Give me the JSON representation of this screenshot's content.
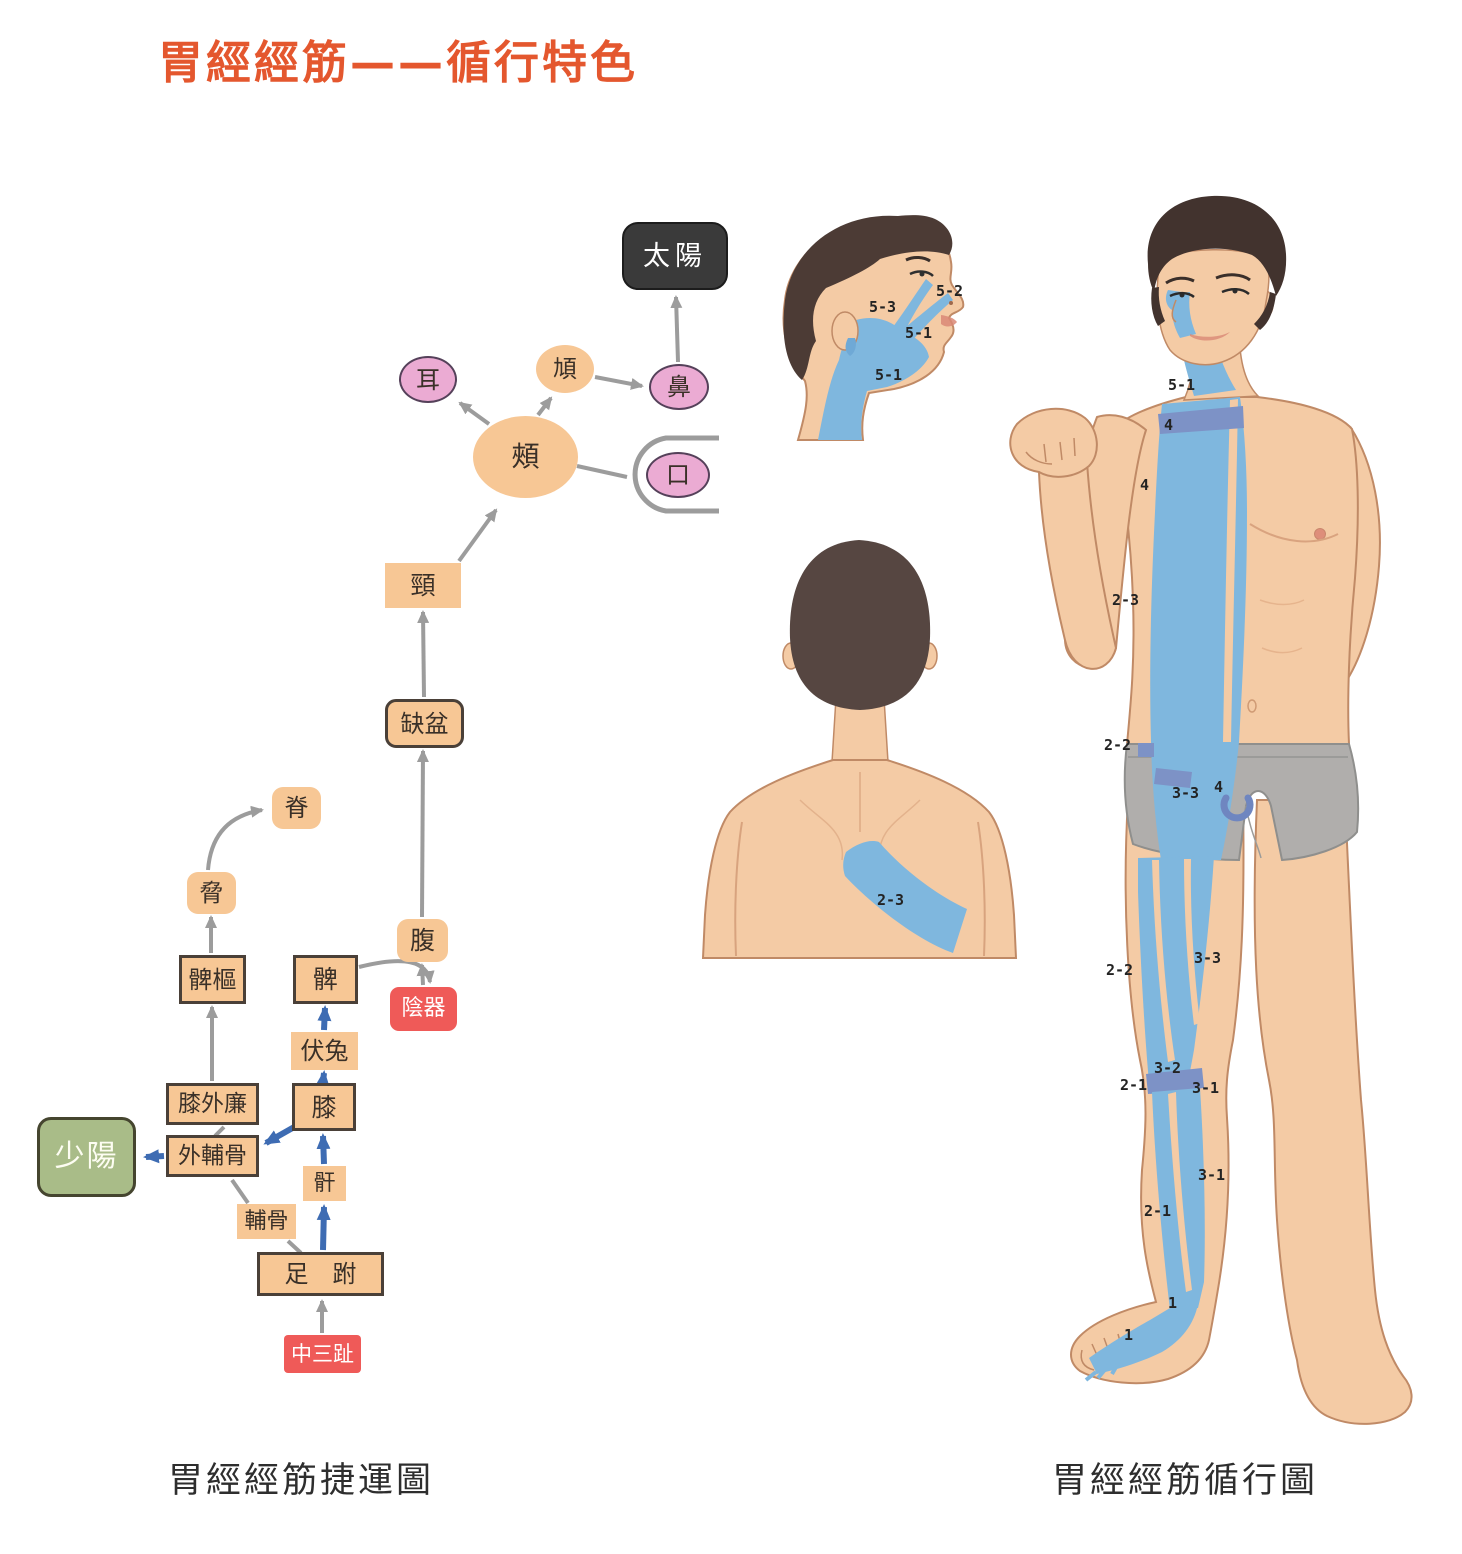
{
  "title": "胃經經筋——循行特色",
  "captions": {
    "flowchart": "胃經經筋捷運圖",
    "body": "胃經經筋循行圖"
  },
  "colors": {
    "title": "#E4572E",
    "node_orange": "#F7C795",
    "node_pink": "#EBABD3",
    "node_red": "#EF5A58",
    "node_green": "#A9BC88",
    "node_black": "#3A3A3A",
    "arrow_gray": "#9C9C9C",
    "arrow_blue": "#3E6CB3",
    "meridian_blue": "#7FB7DE",
    "meridian_dark_blue": "#7D92C6",
    "skin": "#F4CBA5",
    "hair": "#46362F",
    "shorts_gray": "#B0AEAC"
  },
  "flowchart": {
    "nodes": [
      {
        "label": "太陽"
      },
      {
        "label": "鼻"
      },
      {
        "label": "頄"
      },
      {
        "label": "耳"
      },
      {
        "label": "頰"
      },
      {
        "label": "口"
      },
      {
        "label": "頸"
      },
      {
        "label": "缺盆"
      },
      {
        "label": "腹"
      },
      {
        "label": "陰器"
      },
      {
        "label": "脊"
      },
      {
        "label": "脅"
      },
      {
        "label": "髀樞"
      },
      {
        "label": "髀"
      },
      {
        "label": "伏兔"
      },
      {
        "label": "膝外廉"
      },
      {
        "label": "膝"
      },
      {
        "label": "少陽"
      },
      {
        "label": "外輔骨"
      },
      {
        "label": "輔骨"
      },
      {
        "label": "骭"
      },
      {
        "label": "足　跗"
      },
      {
        "label": "中三趾"
      }
    ]
  },
  "head_labels": [
    "5-2",
    "5-3",
    "5-1",
    "5-1"
  ],
  "back_label": "2-3",
  "body_labels": [
    "5-1",
    "4",
    "4",
    "2-3",
    "2-2",
    "3-3",
    "4",
    "2-2",
    "3-3",
    "3-2",
    "2-1",
    "3-1",
    "3-1",
    "2-1",
    "1",
    "1"
  ]
}
